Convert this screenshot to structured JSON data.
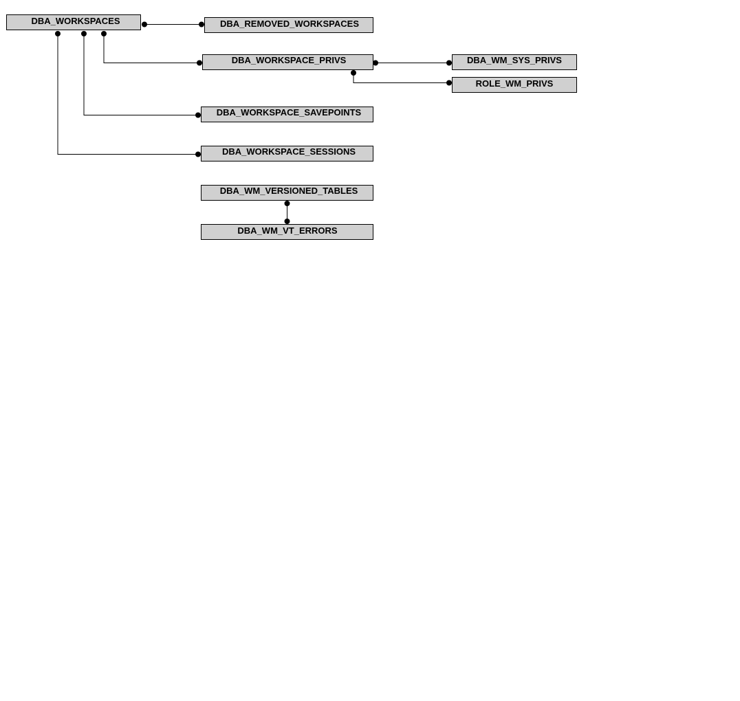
{
  "diagram": {
    "entities": [
      {
        "id": "dba_workspaces",
        "label": "DBA_WORKSPACES"
      },
      {
        "id": "dba_removed_workspaces",
        "label": "DBA_REMOVED_WORKSPACES"
      },
      {
        "id": "dba_workspace_privs",
        "label": "DBA_WORKSPACE_PRIVS"
      },
      {
        "id": "dba_wm_sys_privs",
        "label": "DBA_WM_SYS_PRIVS"
      },
      {
        "id": "role_wm_privs",
        "label": "ROLE_WM_PRIVS"
      },
      {
        "id": "dba_workspace_savepoints",
        "label": "DBA_WORKSPACE_SAVEPOINTS"
      },
      {
        "id": "dba_workspace_sessions",
        "label": "DBA_WORKSPACE_SESSIONS"
      },
      {
        "id": "dba_wm_versioned_tables",
        "label": "DBA_WM_VERSIONED_TABLES"
      },
      {
        "id": "dba_wm_vt_errors",
        "label": "DBA_WM_VT_ERRORS"
      }
    ],
    "relationships": [
      {
        "from": "dba_workspaces",
        "to": "dba_removed_workspaces"
      },
      {
        "from": "dba_workspaces",
        "to": "dba_workspace_privs"
      },
      {
        "from": "dba_workspaces",
        "to": "dba_workspace_savepoints"
      },
      {
        "from": "dba_workspaces",
        "to": "dba_workspace_sessions"
      },
      {
        "from": "dba_workspace_privs",
        "to": "dba_wm_sys_privs"
      },
      {
        "from": "dba_workspace_privs",
        "to": "role_wm_privs"
      },
      {
        "from": "dba_wm_versioned_tables",
        "to": "dba_wm_vt_errors"
      }
    ]
  }
}
